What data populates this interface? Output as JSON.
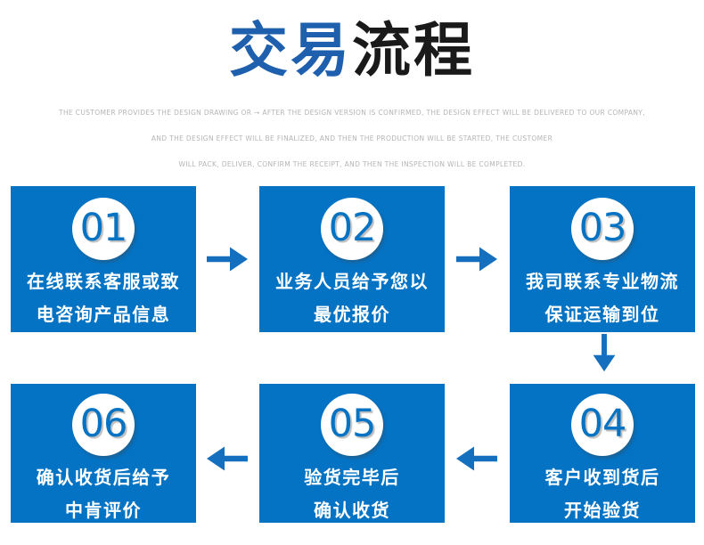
{
  "title": {
    "highlight": "交易",
    "rest": "流程"
  },
  "subtitle": {
    "line1": "THE CUSTOMER PROVIDES THE DESIGN DRAWING OR → AFTER THE DESIGN VERSION IS CONFIRMED, THE DESIGN EFFECT WILL BE DELIVERED TO OUR COMPANY,",
    "line2": "AND THE DESIGN EFFECT WILL BE FINALIZED, AND THEN THE PRODUCTION WILL BE STARTED, THE CUSTOMER",
    "line3": "WILL PACK, DELIVER, CONFIRM THE RECEIPT, AND THEN THE INSPECTION WILL BE COMPLETED."
  },
  "steps": [
    {
      "number": "01",
      "line1": "在线联系客服或致",
      "line2": "电咨询产品信息"
    },
    {
      "number": "02",
      "line1": "业务人员给予您以",
      "line2": "最优报价"
    },
    {
      "number": "03",
      "line1": "我司联系专业物流",
      "line2": "保证运输到位"
    },
    {
      "number": "04",
      "line1": "客户收到货后",
      "line2": "开始验货"
    },
    {
      "number": "05",
      "line1": "验货完毕后",
      "line2": "确认收货"
    },
    {
      "number": "06",
      "line1": "确认收货后给予",
      "line2": "中肯评价"
    }
  ],
  "flow_arrows": [
    {
      "from": "01",
      "to": "02",
      "direction": "right",
      "icon": "arrow-right-icon"
    },
    {
      "from": "02",
      "to": "03",
      "direction": "right",
      "icon": "arrow-right-icon"
    },
    {
      "from": "03",
      "to": "04",
      "direction": "down",
      "icon": "arrow-down-icon"
    },
    {
      "from": "04",
      "to": "05",
      "direction": "left",
      "icon": "arrow-left-icon"
    },
    {
      "from": "05",
      "to": "06",
      "direction": "left",
      "icon": "arrow-left-icon"
    }
  ],
  "colors": {
    "box_blue": "#0473c4",
    "title_blue": "#1e5fae",
    "title_black": "#1a1a1a",
    "subtitle_gray": "#b5b5b5",
    "arrow_blue": "#156fbf",
    "step_text_white": "#ffffff",
    "circle_white": "#ffffff",
    "page_background": "#ffffff"
  }
}
